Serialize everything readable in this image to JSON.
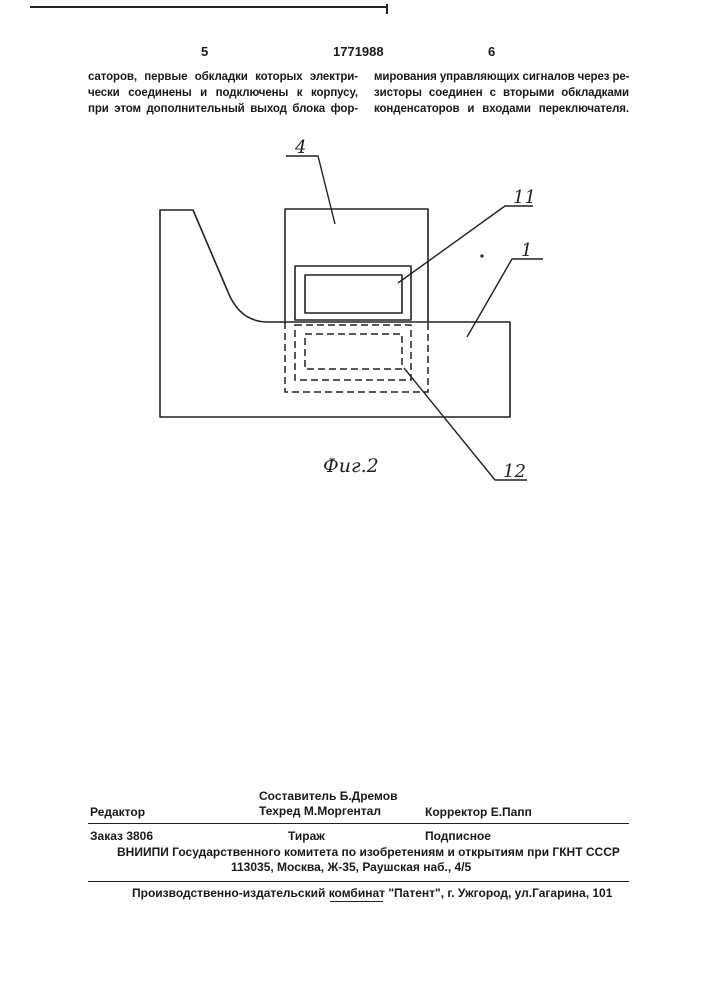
{
  "header": {
    "page_left": "5",
    "patent_number": "1771988",
    "page_right": "6"
  },
  "text": {
    "left_column": [
      "саторов, первые обкладки которых электри-",
      "чески соединены и подключены к корпусу,",
      "при этом дополнительный выход блока фор-"
    ],
    "right_column": [
      "мирования управляющих сигналов через ре-",
      "зисторы соединен с вторыми обкладками",
      "конденсаторов и входами переключателя."
    ]
  },
  "figure": {
    "caption": "Фиг.2",
    "labels": {
      "l4": "4",
      "l11": "11",
      "l1": "1",
      "l12": "12"
    }
  },
  "imprint": {
    "compiler": "Составитель  Б.Дремов",
    "editor": "Редактор",
    "techred": "Техред М.Моргентал",
    "corrector": "Корректор  Е.Папп",
    "order": "Заказ  3806",
    "circulation": "Тираж",
    "subscription": "Подписное",
    "vniipi": "ВНИИПИ Государственного комитета по изобретениям и открытиям при ГКНТ СССР",
    "address": "113035, Москва, Ж-35, Раушская наб., 4/5",
    "publisher": "Производственно-издательский комбинат \"Патент\", г. Ужгород, ул.Гагарина, 101"
  }
}
